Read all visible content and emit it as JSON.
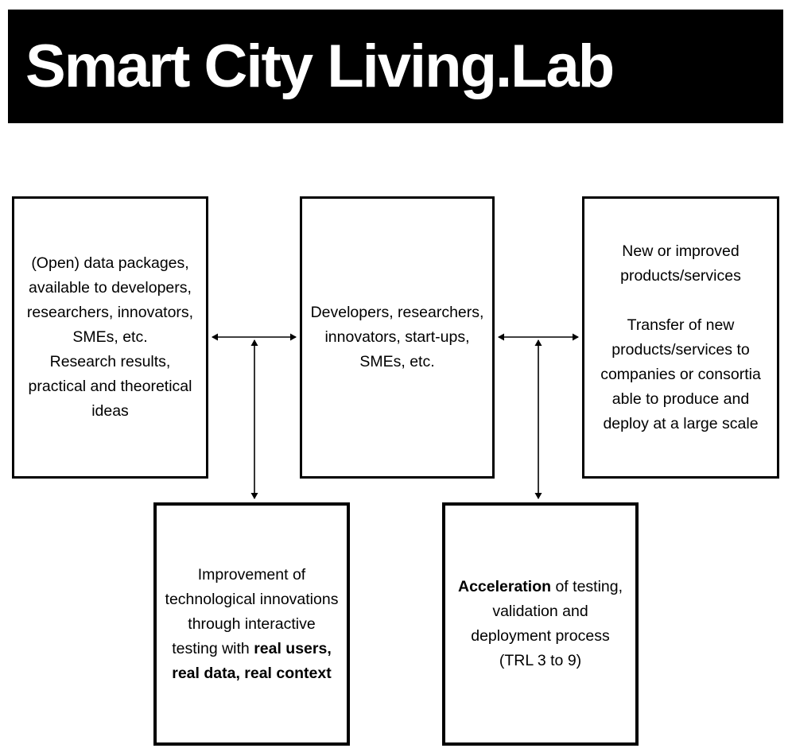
{
  "title": "Smart City Living.Lab",
  "boxes": {
    "data_packages": {
      "para1": "(Open) data packages, available to developers, researchers, innovators, SMEs, etc.",
      "para2": "Research results, practical and theoretical ideas"
    },
    "actors": {
      "text": "Developers, researchers, innovators, start-ups, SMEs, etc."
    },
    "outputs": {
      "para1": "New or improved products/services",
      "para2": "Transfer of new products/services to companies or consortia able to produce and deploy at a large scale"
    },
    "improvement": {
      "normal": "Improvement of technological innovations through interactive testing with ",
      "bold": "real users, real data, real context"
    },
    "acceleration": {
      "bold": "Acceleration",
      "normal": " of testing, validation and deployment process (TRL 3 to 9)"
    }
  }
}
